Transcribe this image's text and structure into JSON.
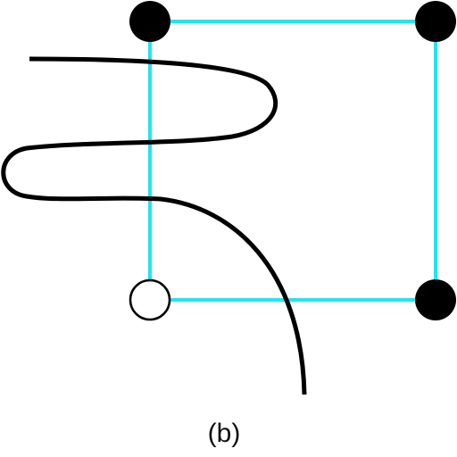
{
  "caption": "(b)",
  "colors": {
    "square_edges": "#22E5EE",
    "curve": "#000000",
    "filled_vertex": "#000000",
    "hollow_vertex_fill": "#FFFFFF",
    "hollow_vertex_stroke": "#000000"
  },
  "vertices": [
    {
      "id": "top-left",
      "state": "filled"
    },
    {
      "id": "top-right",
      "state": "filled"
    },
    {
      "id": "bottom-right",
      "state": "filled"
    },
    {
      "id": "bottom-left",
      "state": "hollow"
    }
  ]
}
